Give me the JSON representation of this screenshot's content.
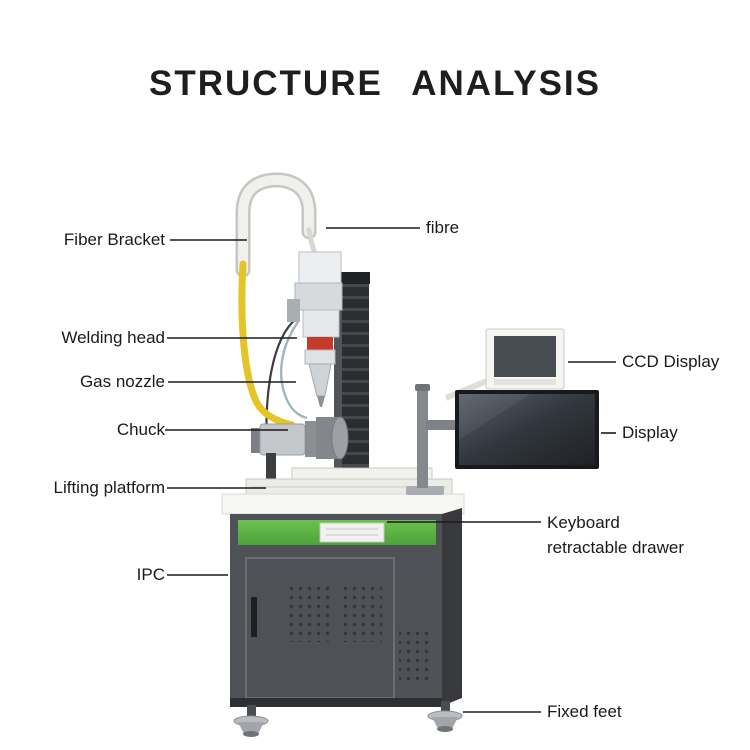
{
  "title": "STRUCTURE ANALYSIS",
  "colors": {
    "accent_green": "#5bb647",
    "fiber_yellow": "#e5c427",
    "cabinet_gray": "#4e5156",
    "label_text": "#1a1a1a"
  },
  "annotations": {
    "fiber_bracket": "Fiber Bracket",
    "fibre": "fibre",
    "welding_head": "Welding head",
    "ccd_display": "CCD Display",
    "gas_nozzle": "Gas nozzle",
    "display": "Display",
    "chuck": "Chuck",
    "lifting_platform": "Lifting platform",
    "keyboard_drawer": "Keyboard retractable drawer",
    "ipc": "IPC",
    "fixed_feet": "Fixed feet"
  }
}
